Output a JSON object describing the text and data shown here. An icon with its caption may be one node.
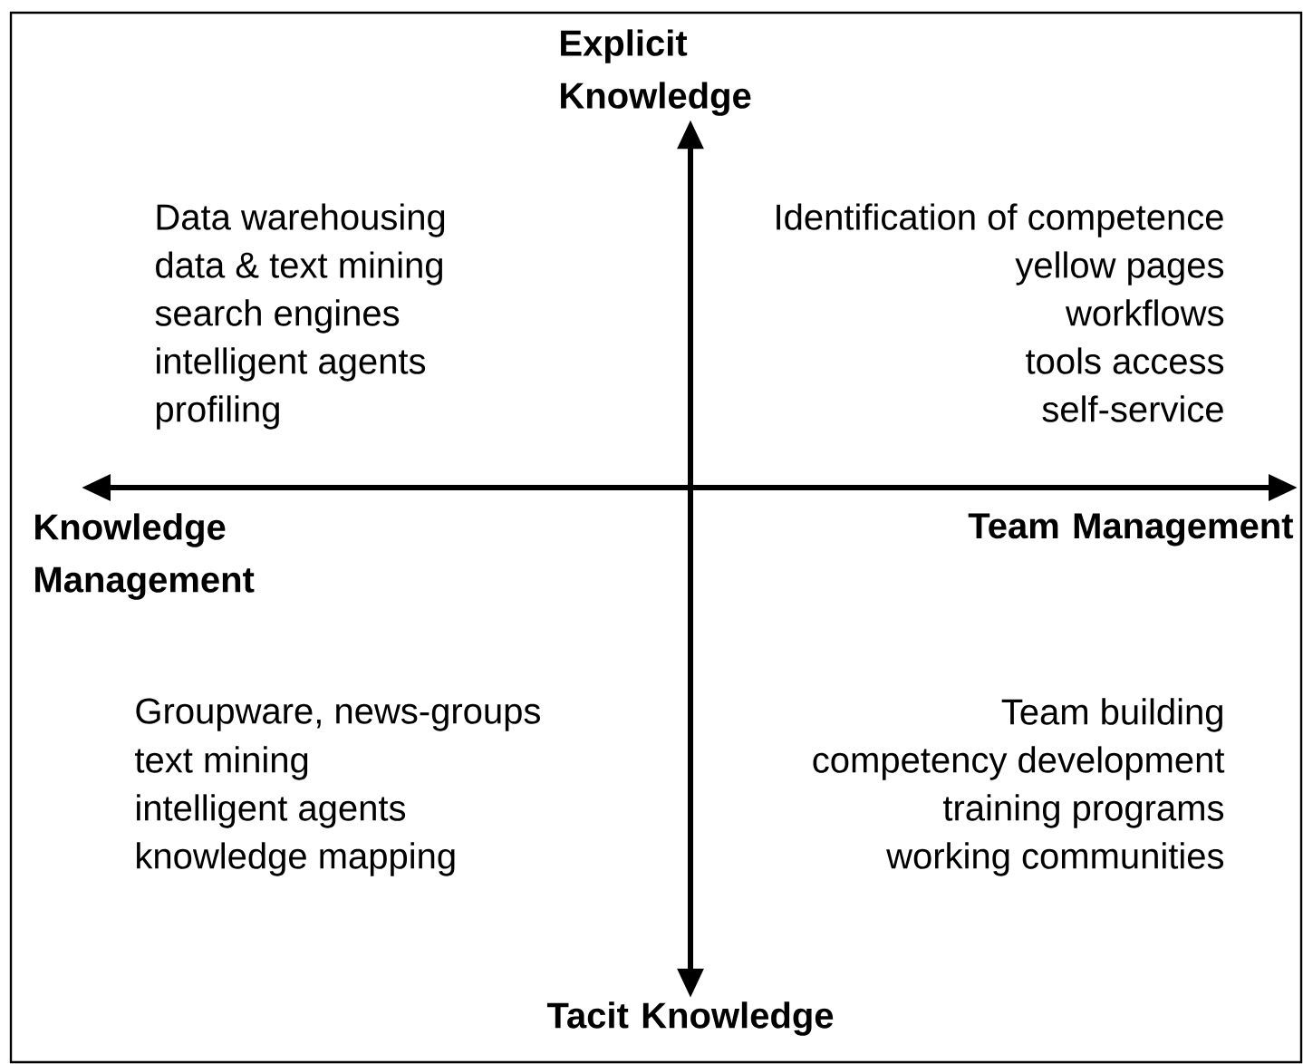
{
  "diagram": {
    "nodes": [
      {
        "text": [
          "Explicit Knowledge"
        ]
      },
      {
        "text": [
          "Knowledge Management"
        ]
      },
      {
        "text": [
          "Team Management"
        ]
      },
      {
        "text": [
          "Tacit Knowledge"
        ]
      }
    ],
    "edges": [
      {
        "from": 3,
        "to": 0,
        "arrow": "both"
      },
      {
        "from": 1,
        "to": 2,
        "arrow": "both"
      }
    ],
    "labels": [
      "Data warehousing",
      "data & text mining",
      "search engines",
      "intelligent agents",
      "profiling",
      "Identification of competence",
      "yellow pages",
      "workflows",
      "tools access",
      "self-service",
      "Groupware, news-groups",
      "text mining",
      "intelligent agents",
      "knowledge mapping",
      "Team building",
      "competency development",
      "training programs",
      "working communities"
    ]
  }
}
